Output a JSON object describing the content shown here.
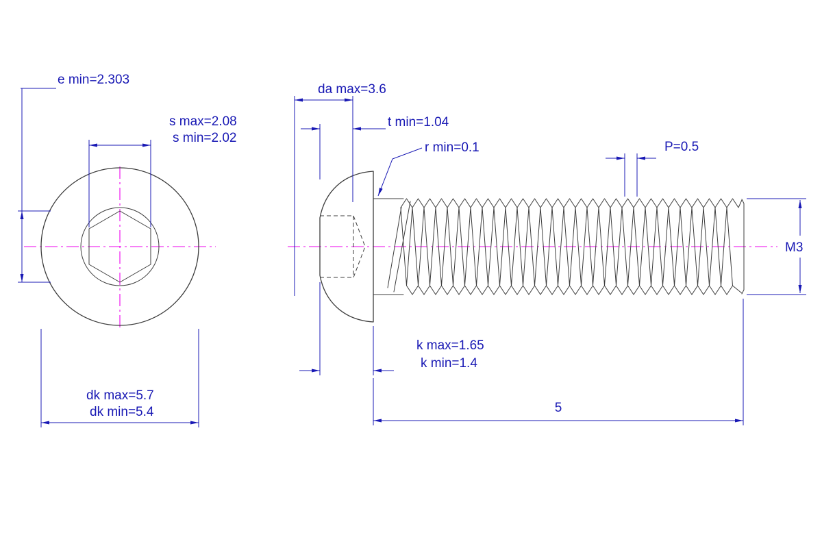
{
  "drawing": {
    "front_view": {
      "labels": {
        "e_min": "e min=2.303",
        "s_max": "s max=2.08",
        "s_min": "s min=2.02",
        "dk_max": "dk max=5.7",
        "dk_min": "dk min=5.4"
      }
    },
    "side_view": {
      "labels": {
        "da_max": "da max=3.6",
        "t_min": "t min=1.04",
        "r_min": "r min=0.1",
        "pitch": "P=0.5",
        "thread": "M3",
        "k_max": "k max=1.65",
        "k_min": "k min=1.4",
        "length": "5"
      }
    }
  },
  "colors": {
    "dimension_blue": "#1818b4",
    "centerline_magenta": "#ee00ee",
    "outline_dark": "#3c3c3c",
    "background": "#ffffff"
  }
}
